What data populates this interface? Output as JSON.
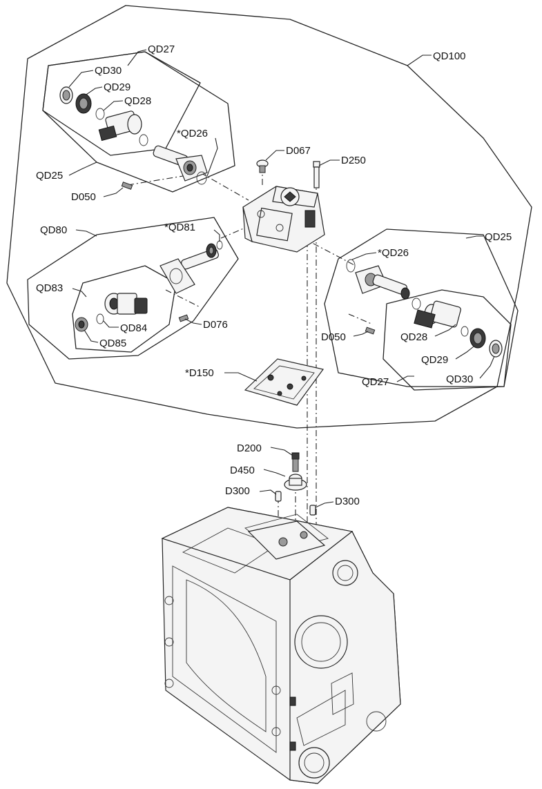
{
  "labels": {
    "qd100": "QD100",
    "qd27_top": "QD27",
    "qd30_top": "QD30",
    "qd29_top": "QD29",
    "qd28_top": "QD28",
    "qd26_top": "*QD26",
    "qd25_top": "QD25",
    "d050_top": "D050",
    "d067": "D067",
    "d250": "D250",
    "qd80": "QD80",
    "qd81": "*QD81",
    "qd83": "QD83",
    "qd84": "QD84",
    "qd85": "QD85",
    "d076": "D076",
    "qd25_right": "QD25",
    "qd26_right": "*QD26",
    "d050_right": "D050",
    "qd28_right": "QD28",
    "qd29_right": "QD29",
    "qd30_right": "QD30",
    "qd27_right": "QD27",
    "d150": "*D150",
    "d200": "D200",
    "d450": "D450",
    "d300_left": "D300",
    "d300_right": "D300"
  }
}
